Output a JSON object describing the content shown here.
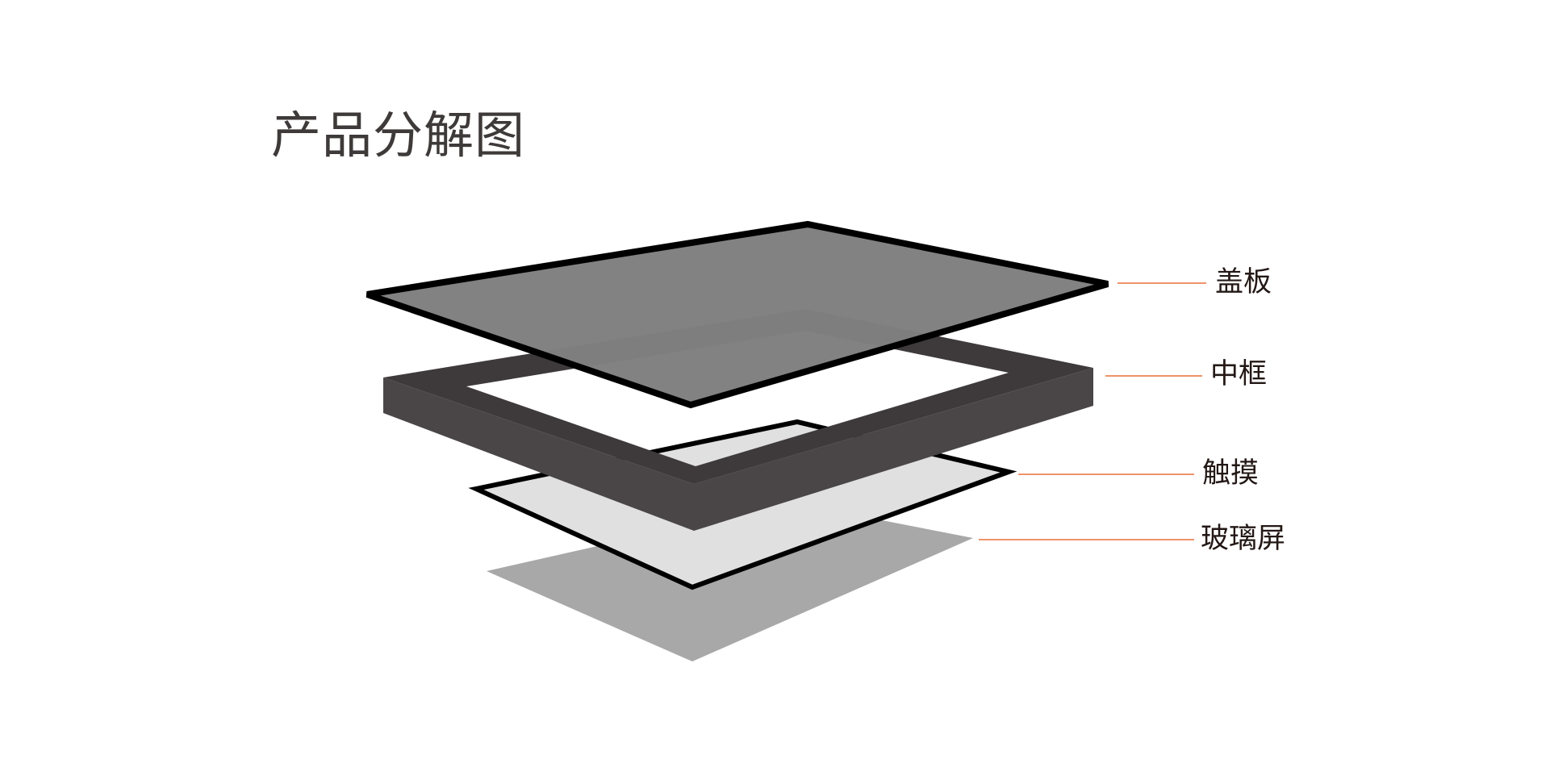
{
  "title": "产品分解图",
  "layers": [
    {
      "id": "cover",
      "label": "盖板"
    },
    {
      "id": "frame",
      "label": "中框"
    },
    {
      "id": "touch",
      "label": "触摸"
    },
    {
      "id": "glass",
      "label": "玻璃屏"
    }
  ],
  "colors": {
    "leader_line": "#e8703a",
    "cover_fill": "#808080",
    "outline": "#000000",
    "frame_top": "#3e3a3b",
    "frame_side": "#4a4648",
    "touch_fill": "#e0e0e0",
    "glass_fill": "#a8a8a8",
    "title_text": "#3e3a39"
  }
}
